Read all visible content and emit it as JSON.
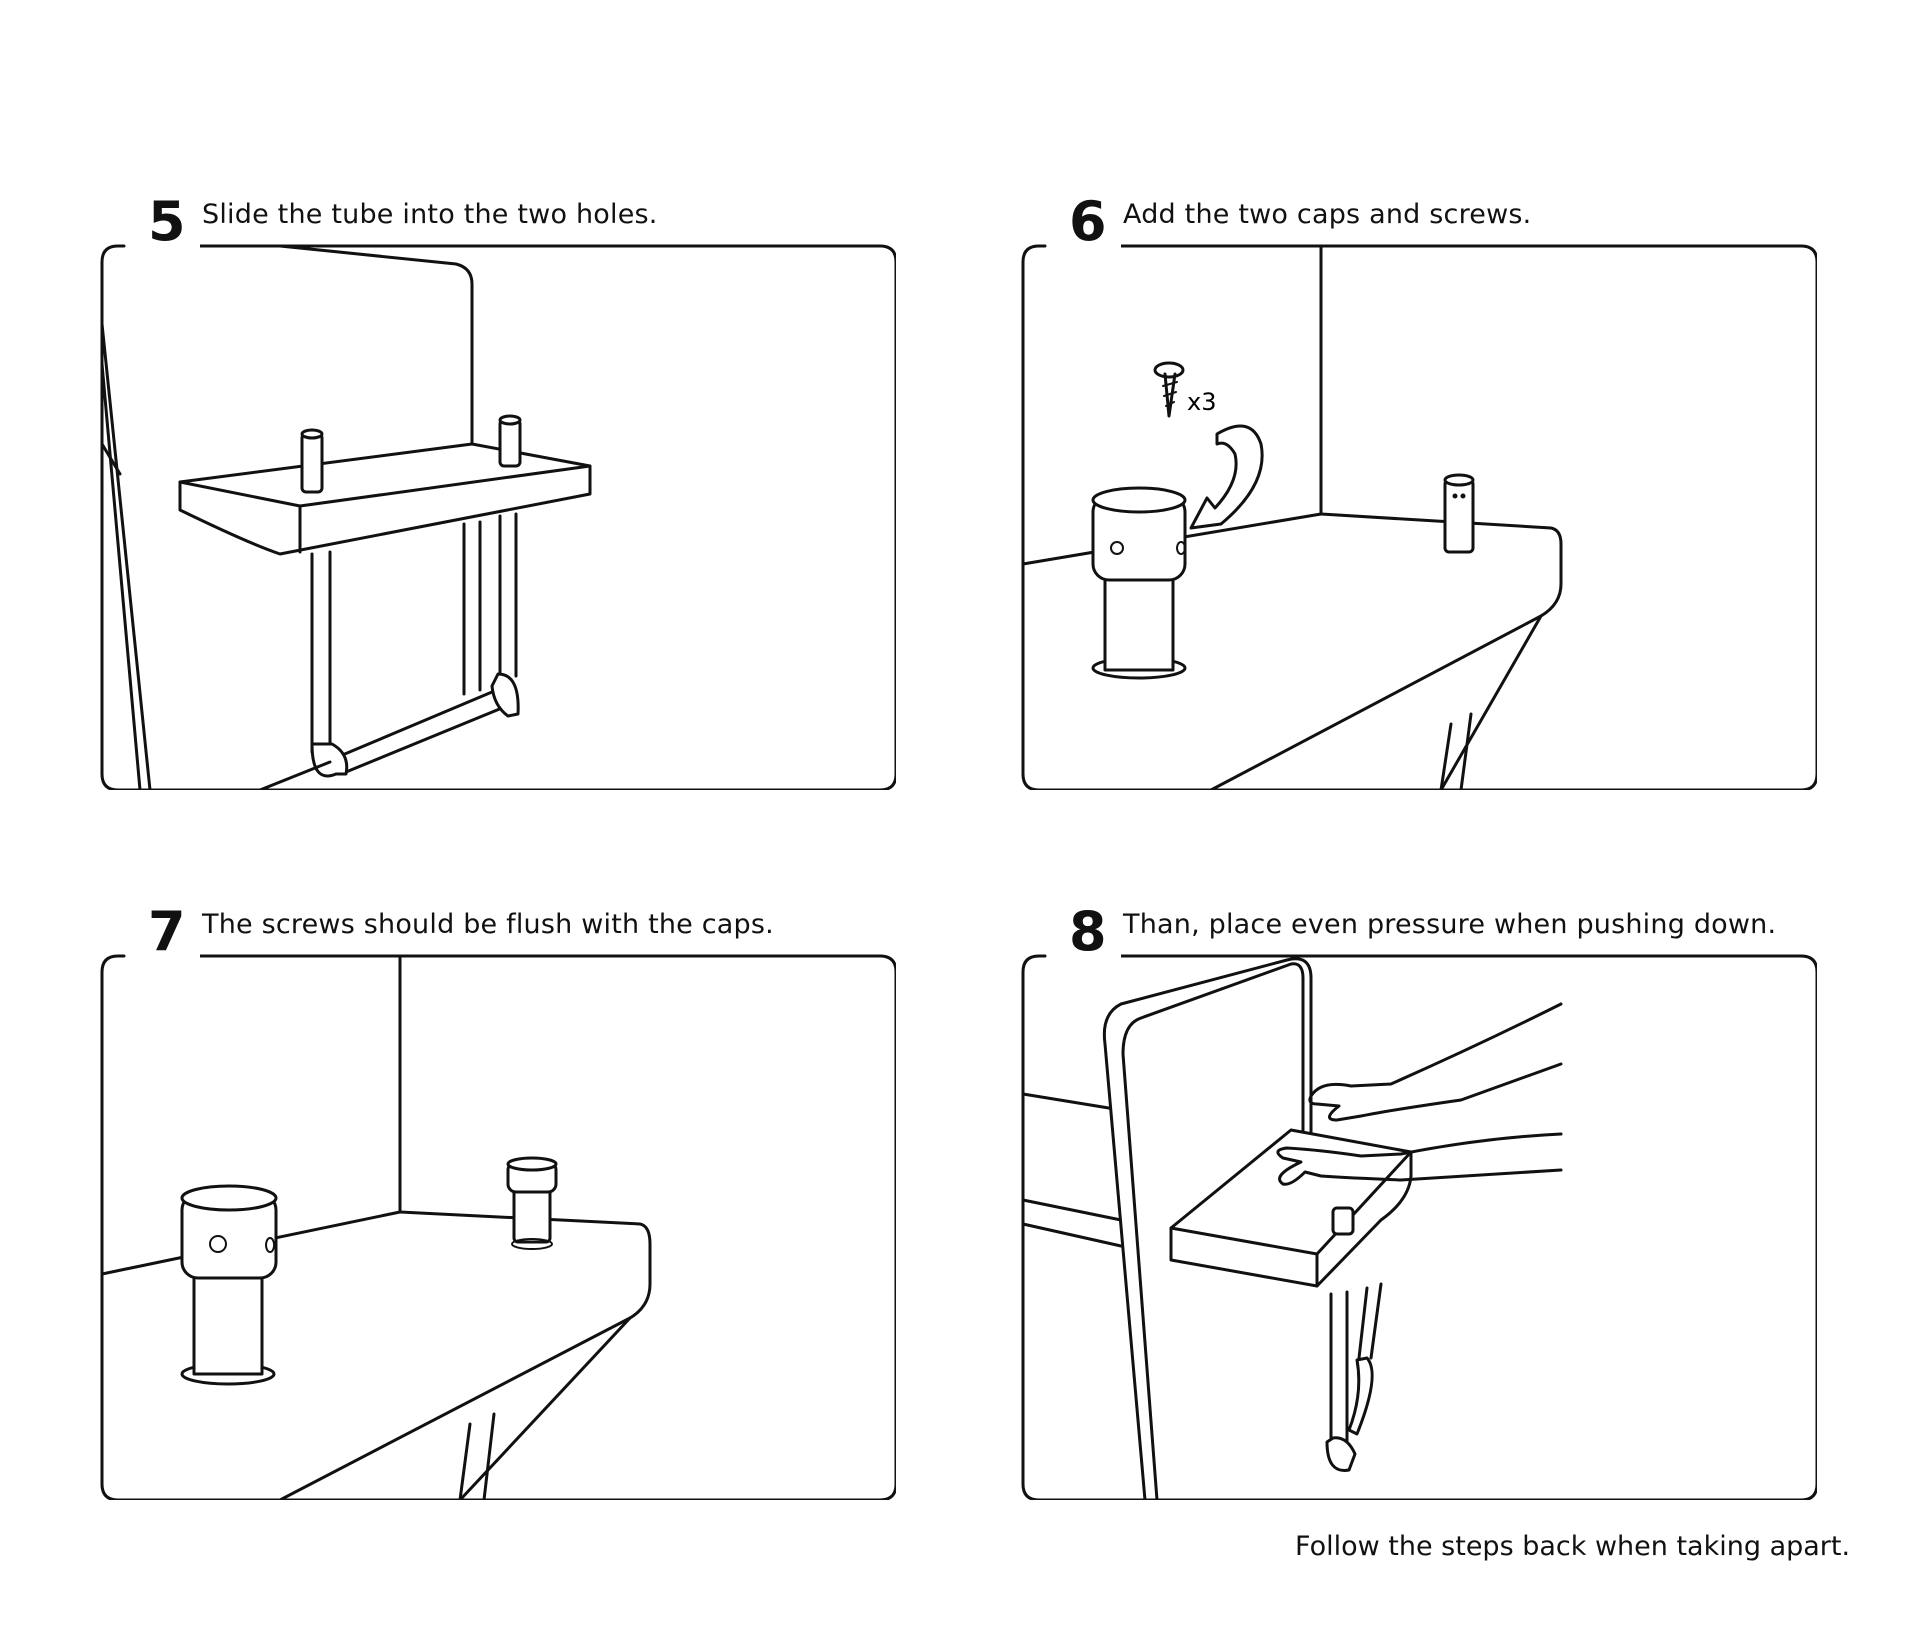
{
  "steps": [
    {
      "number": "5",
      "instruction": "Slide the tube into the two holes."
    },
    {
      "number": "6",
      "instruction": "Add the two caps and screws."
    },
    {
      "number": "7",
      "instruction": "The screws should be flush with the caps."
    },
    {
      "number": "8",
      "instruction": "Than, place even pressure when pushing down."
    }
  ],
  "screw_count_label": "x3",
  "footer_note": "Follow the steps back when taking apart.",
  "icons": [
    "screw-icon",
    "curved-arrow-icon"
  ],
  "colors": {
    "line": "#111111",
    "background": "#ffffff"
  }
}
